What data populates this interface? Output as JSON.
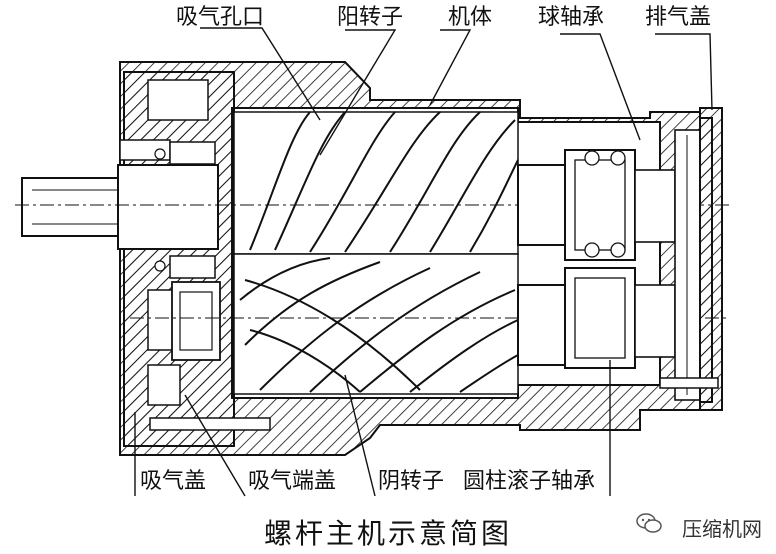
{
  "labels_top": {
    "suction_port": "吸气孔口",
    "male_rotor": "阳转子",
    "casing": "机体",
    "ball_bearing": "球轴承",
    "discharge_cover": "排气盖"
  },
  "labels_bottom": {
    "suction_cover": "吸气盖",
    "suction_end_cover": "吸气端盖",
    "female_rotor": "阴转子",
    "roller_bearing": "圆柱滚子轴承"
  },
  "caption": "螺杆主机示意简图",
  "watermark": {
    "text": "压缩机网",
    "icon": "wechat-icon"
  },
  "colors": {
    "line": "#111111",
    "background": "#ffffff"
  }
}
